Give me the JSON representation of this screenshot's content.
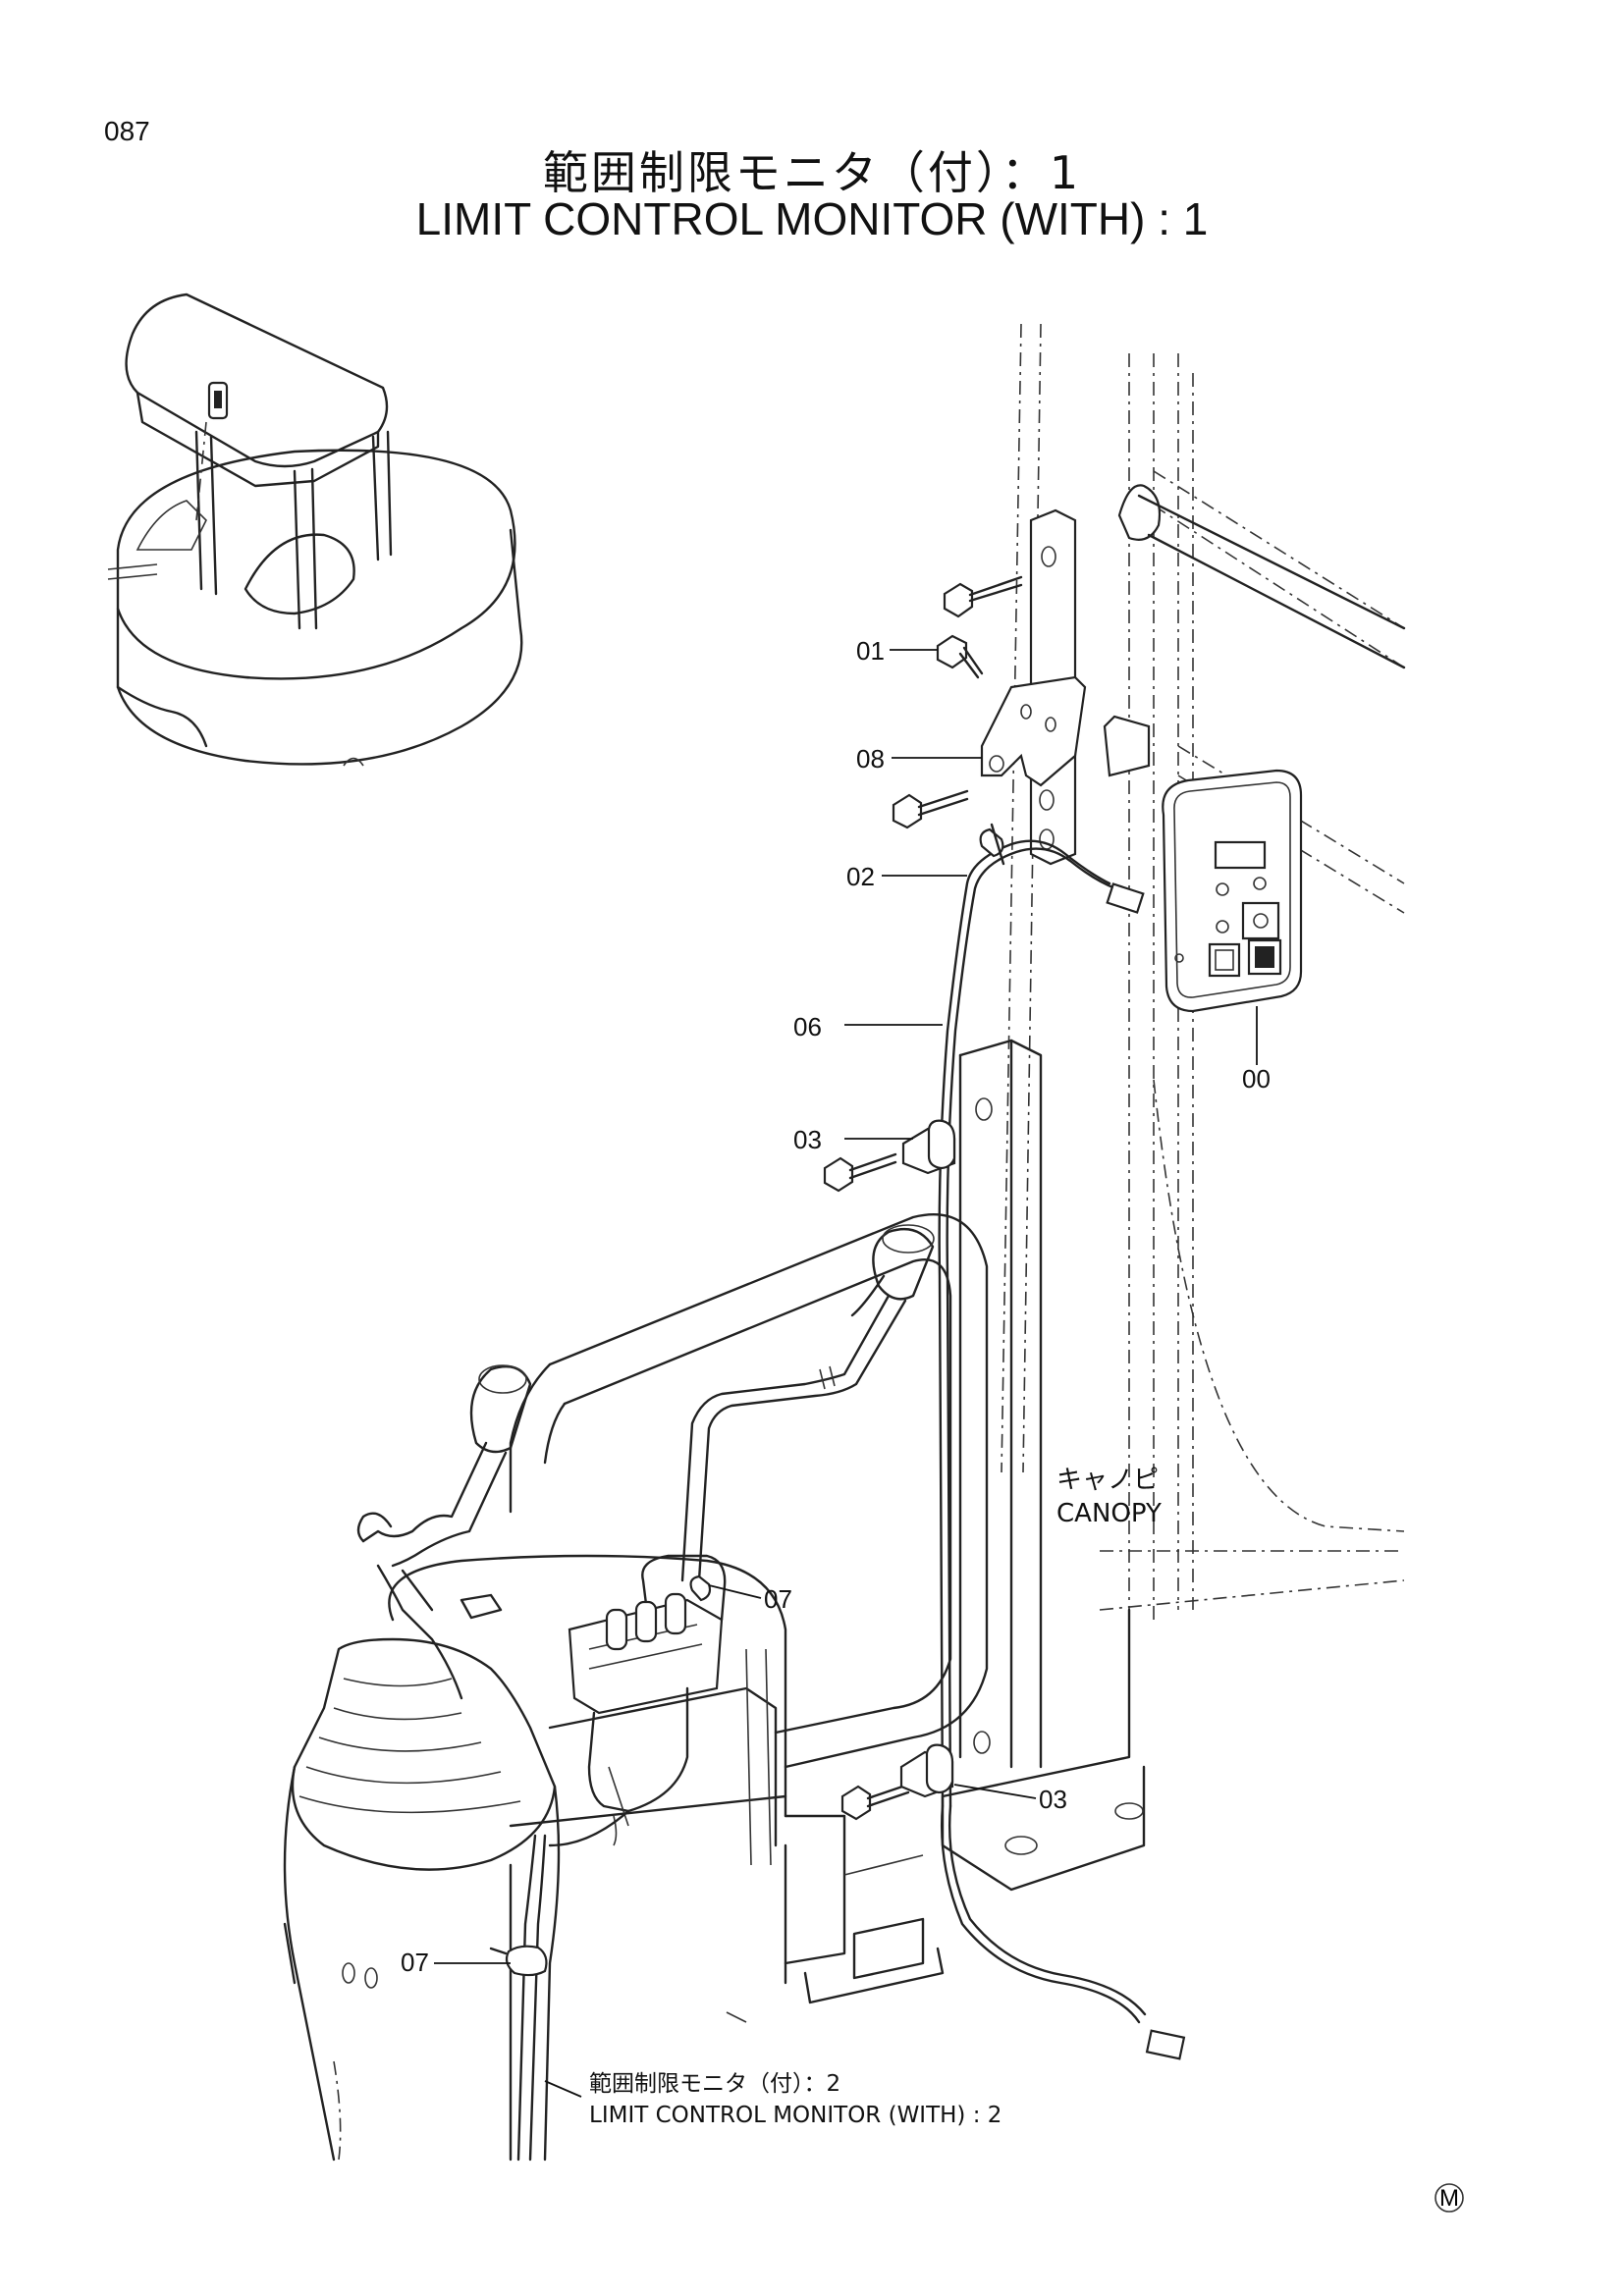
{
  "page_number": "087",
  "title": {
    "jp": "範囲制限モニタ（付）：1",
    "en": "LIMIT  CONTROL  MONITOR (WITH) : 1"
  },
  "callouts": {
    "c01": "01",
    "c08": "08",
    "c02": "02",
    "c06": "06",
    "c00": "00",
    "c03a": "03",
    "c07a": "07",
    "c03b": "03",
    "c07b": "07"
  },
  "canopy_label": {
    "jp": "キャノピ",
    "en": "CANOPY"
  },
  "continuation_note": {
    "jp": "範囲制限モニタ（付）：2",
    "en": "LIMIT  CONTROL  MONITOR (WITH) : 2"
  },
  "corner_mark": "M",
  "icons": {
    "corner_mark": "circled-letter-mark-icon"
  }
}
